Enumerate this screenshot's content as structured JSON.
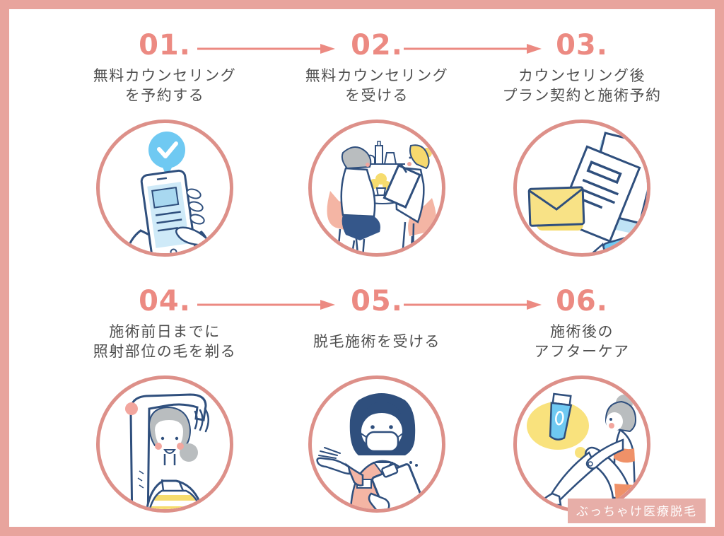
{
  "page": {
    "type": "process-infographic",
    "frame_color": "#e8a49d",
    "background": "#ffffff"
  },
  "accent": {
    "number_color": "#ec8a82",
    "arrow_color": "#ec8a82",
    "circle_border_color": "#dd9089",
    "text_color": "#4f4f4f"
  },
  "steps": [
    {
      "number": "01.",
      "line1": "無料カウンセリング",
      "line2": "を予約する",
      "illustration": "smartphone-booking"
    },
    {
      "number": "02.",
      "line1": "無料カウンセリング",
      "line2": "を受ける",
      "illustration": "counseling-session"
    },
    {
      "number": "03.",
      "line1": "カウンセリング後",
      "line2": "プラン契約と施術予約",
      "illustration": "contract-documents"
    },
    {
      "number": "04.",
      "line1": "施術前日までに",
      "line2": "照射部位の毛を剃る",
      "illustration": "shaving-preparation"
    },
    {
      "number": "05.",
      "line1": "脱毛施術を受ける",
      "line2": "",
      "illustration": "nurse-treatment"
    },
    {
      "number": "06.",
      "line1": "施術後の",
      "line2": "アフターケア",
      "illustration": "aftercare-relaxing"
    }
  ],
  "watermark": {
    "label": "ぶっちゃけ医療脱毛",
    "background": "#e7aea8",
    "text_color": "#ffffff"
  }
}
